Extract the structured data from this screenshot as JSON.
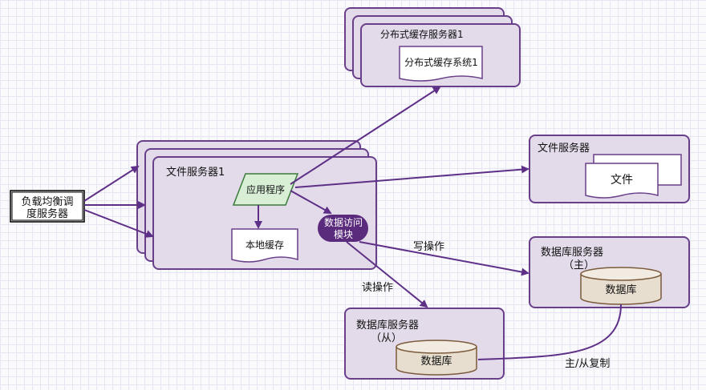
{
  "diagram": {
    "load_balancer": "负载均衡调度服务器",
    "file_server_cluster": {
      "title": "文件服务器1",
      "app": "应用程序",
      "local_cache": "本地缓存",
      "db_access_module": "数据访问模块"
    },
    "distributed_cache": {
      "title": "分布式缓存服务器1",
      "system": "分布式缓存系统1"
    },
    "file_server": {
      "title": "文件服务器",
      "file": "文件"
    },
    "db_master": {
      "title": "数据库服务器",
      "role": "（主）",
      "db": "数据库"
    },
    "db_slave": {
      "title": "数据库服务器",
      "role": "（从）",
      "db": "数据库"
    },
    "edges": {
      "write": "写操作",
      "read": "读操作",
      "replication": "主/从复制"
    }
  },
  "colors": {
    "box_fill": "#e3dbea",
    "box_border": "#6a3f8a",
    "arrow": "#5e2f86",
    "app_fill": "#d8efd6",
    "app_border": "#3a7a3a",
    "module_fill": "#5a2a7c",
    "db_fill": "#e8ded0",
    "db_border": "#7a5a3a"
  }
}
